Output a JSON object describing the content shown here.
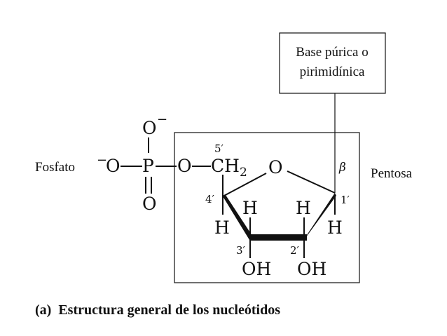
{
  "labels": {
    "base_line1": "Base púrica o",
    "base_line2": "pirimidínica",
    "fosfato": "Fosfato",
    "pentosa": "Pentosa",
    "caption": "(a)  Estructura general de los nucleótidos"
  },
  "atoms": {
    "o_top": "O",
    "o_top_charge": "−",
    "o_left_charge": "−",
    "o_left": "O",
    "p": "P",
    "o_bottom": "O",
    "o_bridge": "O",
    "ch": "CH",
    "ch_sub": "2",
    "o_ring": "O",
    "h_c4": "H",
    "h_c3": "H",
    "h_c2": "H",
    "h_c1": "H",
    "oh_c3": "OH",
    "oh_c2": "OH"
  },
  "positions": {
    "p5": "5′",
    "p4": "4′",
    "p3": "3′",
    "p2": "2′",
    "p1": "1′",
    "beta": "β"
  },
  "colors": {
    "ink": "#111111",
    "oh_highlight": "#c8175d"
  }
}
